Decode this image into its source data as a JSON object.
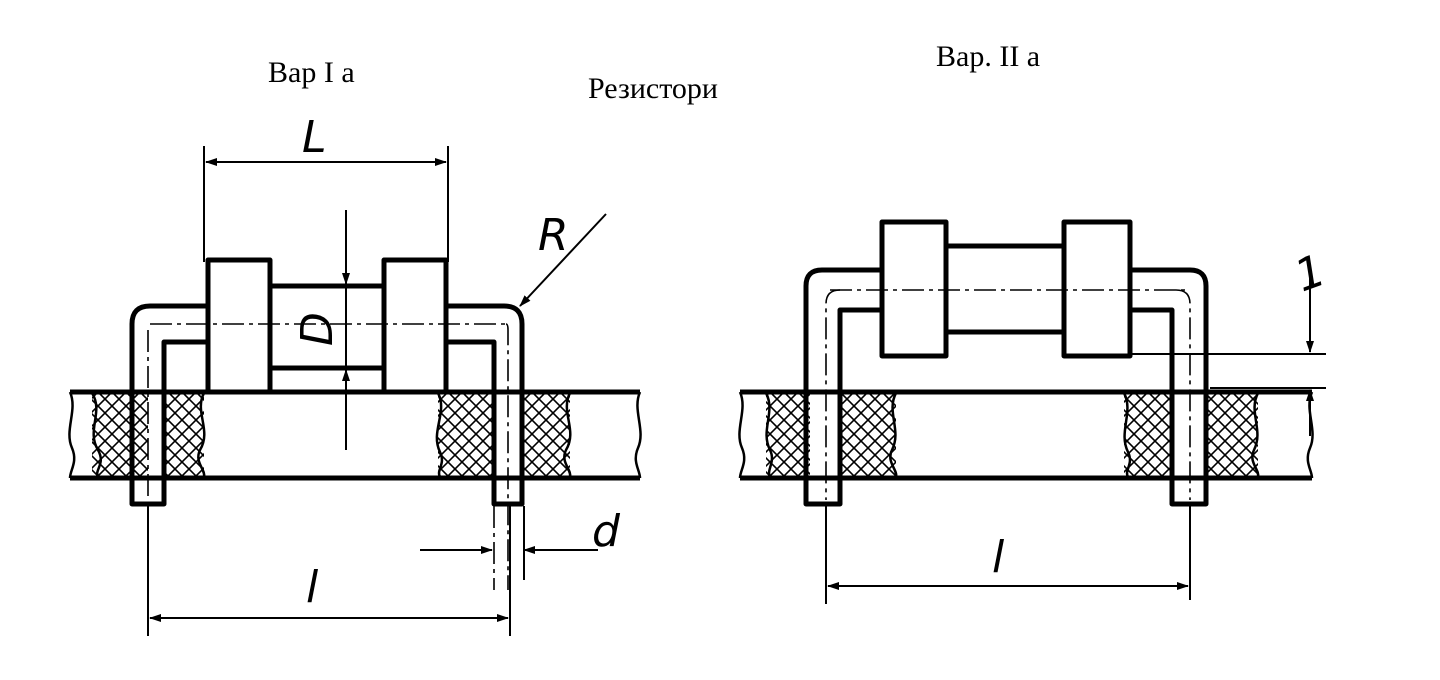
{
  "diagram": {
    "title": "Резистори",
    "variant_a_label": "Вар  I а",
    "variant_b_label": "Вар. II а",
    "dims": {
      "L": "L",
      "D": "D",
      "R": "R",
      "d": "d",
      "l_a": "l",
      "l_b": "l",
      "one": "1"
    }
  }
}
